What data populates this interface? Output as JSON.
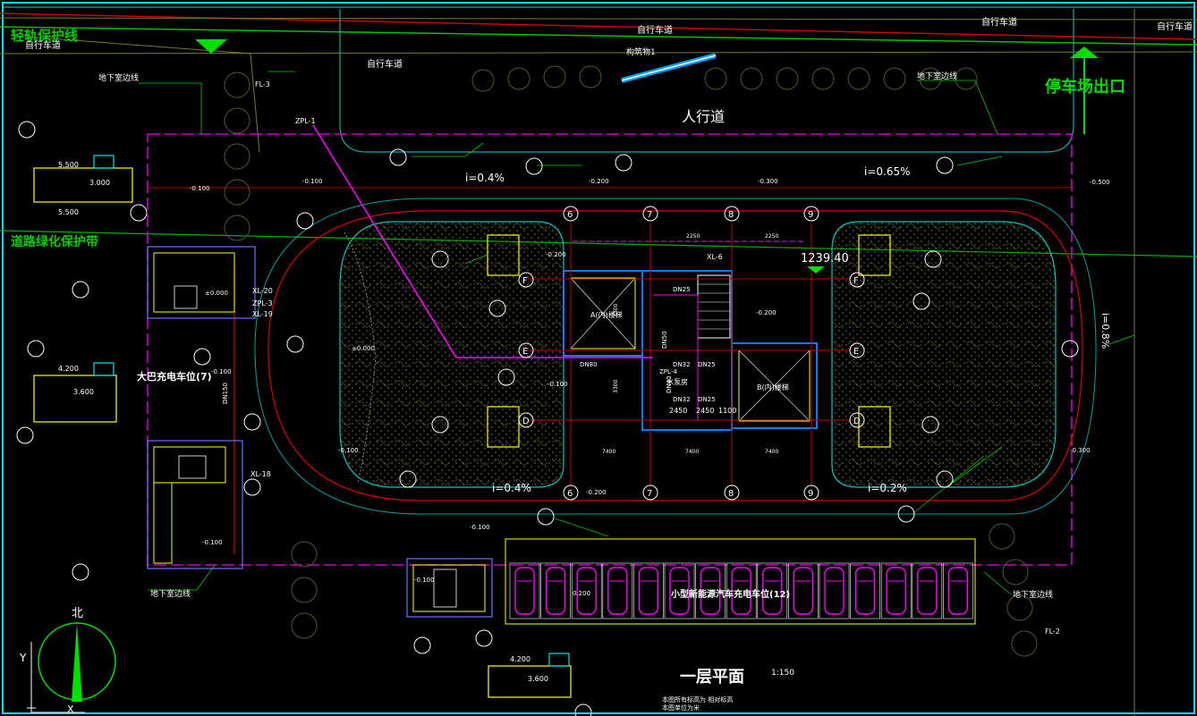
{
  "drawing": {
    "title": "一层平面",
    "scale": "1:150",
    "notes": [
      "本图所有标高为 相对标高",
      "本图单位为米"
    ],
    "north_label": "北",
    "axis_y": "Y",
    "axis_x": "X"
  },
  "labels": {
    "rail_protection": "轻轨保护线",
    "road_green": "道路绿化保护带",
    "parking_exit": "停车场出口",
    "bike_lane": "自行车道",
    "sidewalk": "人行道",
    "basement_line": "地下室边线",
    "structure": "构筑物1",
    "elevation_main": "1239.40",
    "large_charging": "大巴充电车位(7)",
    "small_charging": "小型新能源汽车充电车位(12)",
    "stair_a": "A(内)楼梯",
    "stair_b": "B(内)楼梯",
    "pump_room": "水泵房",
    "fl3": "FL-3",
    "fl2": "FL-2",
    "zpl1": "ZPL-1",
    "zpl3": "ZPL-3",
    "xl20": "XL-20",
    "xl19": "XL-19",
    "xl18": "XL-18",
    "xl6": "XL-6",
    "zpl4": "ZPL-4",
    "dn150": "DN150",
    "dn80": "DN80",
    "dn50": "DN50",
    "dn40": "DN40",
    "dn32": "DN32",
    "dn25": "DN25",
    "dn25b": "DN25",
    "dn32b": "DN32",
    "dn25c": "DN25"
  },
  "slopes": {
    "s1": "i=0.4%",
    "s2": "i=0.65%",
    "s3": "i=0.4%",
    "s4": "i=0.2%",
    "s5": "i=0.8%"
  },
  "elevations": {
    "e1": "-0.100",
    "e2": "-0.100",
    "e3": "-0.200",
    "e4": "-0.300",
    "e5": "-0.500",
    "e6": "-0.100",
    "e7": "-0.100",
    "e8": "-0.200",
    "e9": "-0.300",
    "e10": "-0.100",
    "e11": "-0.100",
    "e12": "-0.200",
    "e13": "-0.100",
    "e14": "±0.000",
    "e15": "-0.200",
    "e16": "±0.000",
    "e17": "-0.100",
    "e18": "0.200"
  },
  "dims": {
    "d1": "2450",
    "d2": "2450",
    "d3": "1100",
    "d4": "7400",
    "d5": "7400",
    "d6": "7400",
    "d7": "3300",
    "d8": "3300",
    "d9": "2250",
    "d10": "2250"
  },
  "details": {
    "d_top_h1": "5.500",
    "d_top_h2": "3.000",
    "d_top_h3": "5.500",
    "d_mid_h1": "4.200",
    "d_mid_h2": "3.600",
    "d_bot_h1": "4.200",
    "d_bot_h2": "3.600"
  },
  "grid_axes": {
    "top": [
      "6",
      "7",
      "8",
      "9"
    ],
    "bottom": [
      "6",
      "7",
      "8",
      "9"
    ],
    "left": [
      "F",
      "E",
      "D"
    ],
    "right": [
      "F",
      "E",
      "D"
    ]
  },
  "parking": {
    "count": 15
  },
  "colors": {
    "background": "#000000",
    "cyan": "#00e5ee",
    "green": "#00d000",
    "magenta": "#ff00ff",
    "red": "#e00000",
    "yellow": "#ffff00",
    "white": "#ffffff",
    "olive": "#7a7a30"
  }
}
